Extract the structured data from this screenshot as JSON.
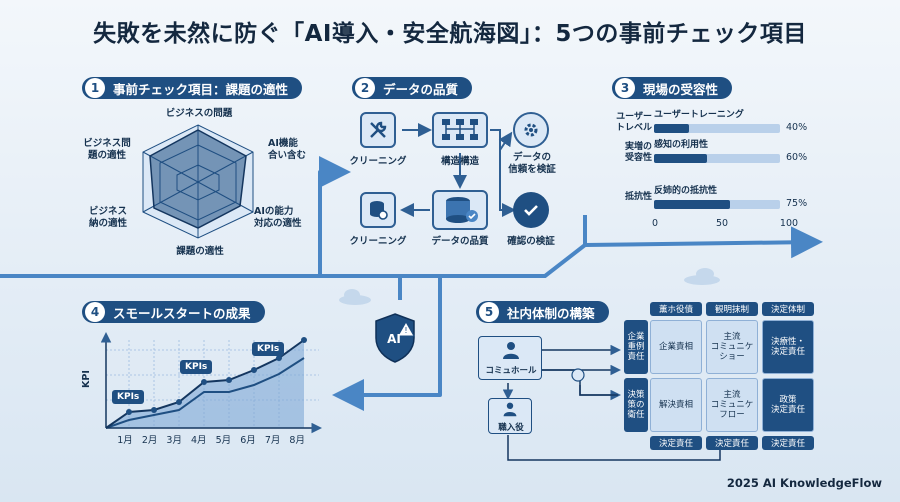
{
  "title": "失敗を未然に防ぐ「AI導入・安全航海図」：5つの事前チェック項目",
  "colors": {
    "accent": "#1f4f82",
    "light": "#cfe0f2",
    "path": "#4a86c5"
  },
  "sections": {
    "s1": {
      "num": "1",
      "label": "事前チェック項目：課題の適性",
      "radar": {
        "top": "ビジネスの問題",
        "right_top": "AI機能\n合い含む",
        "right_bottom": "AIの能力\n対応の適性",
        "bottom": "課題の適性",
        "left_bottom": "ビジネス\n納の適性",
        "left_top": "ビジネス問\n題の適性"
      }
    },
    "s2": {
      "num": "2",
      "label": "データの品質",
      "nodes": {
        "clean1": "クリーニング",
        "struct": "構造構造",
        "trust": "データの\n信頼を検証",
        "clean2": "クリーニング",
        "quality": "データの品質",
        "verify": "確認の検証"
      }
    },
    "s3": {
      "num": "3",
      "label": "現場の受容性",
      "rows": [
        {
          "side": "ユーザー\nトレベル",
          "name": "ユーザートレーニング",
          "value": 40,
          "pct": "40%"
        },
        {
          "side": "実増の\n受容性",
          "name": "感知の利用性",
          "value": 60,
          "pct": "60%"
        },
        {
          "side": "抵抗性",
          "name": "反姉的の抵抗性",
          "value": 75,
          "pct": "75%"
        }
      ],
      "axis": [
        "0",
        "50",
        "100"
      ]
    },
    "s4": {
      "num": "4",
      "label": "スモールスタートの成果",
      "ylabel": "KPI",
      "months": [
        "1月",
        "2月",
        "3月",
        "4月",
        "5月",
        "6月",
        "7月",
        "8月"
      ],
      "kpi_tags": [
        "KPIs",
        "KPIs",
        "KPIs"
      ]
    },
    "s5": {
      "num": "5",
      "label": "社内体制の構築",
      "left": {
        "hall": "コミュホール",
        "staff": "職入役"
      },
      "col_heads": [
        "薫ホ役債",
        "観明抹制",
        "決定体制"
      ],
      "row_heads": [
        "企業\n重例\n責任",
        "決策\n策の\n衛任"
      ],
      "cells": [
        "企業責相",
        "主流\nコミュニケ\nショー",
        "決療性・\n決定責任",
        "解決責相",
        "主流\nコミュニケ\nフロー",
        "政策\n決定責任"
      ],
      "foot_heads": [
        "決定責任",
        "決定責任",
        "決定責任"
      ]
    }
  },
  "center_badge": "AI",
  "footer": "2025 AI KnowledgeFlow"
}
